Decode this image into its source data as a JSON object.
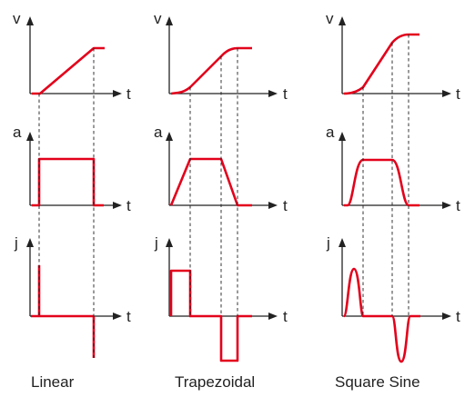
{
  "axis_labels": {
    "time": "t",
    "velocity": "v",
    "acceleration": "a",
    "jerk": "j"
  },
  "profiles": [
    {
      "id": "linear",
      "caption": "Linear"
    },
    {
      "id": "trapezoidal",
      "caption": "Trapezoidal"
    },
    {
      "id": "square-sine",
      "caption": "Square Sine"
    }
  ],
  "colors": {
    "curve": "#e3001b",
    "axis": "#222222"
  }
}
